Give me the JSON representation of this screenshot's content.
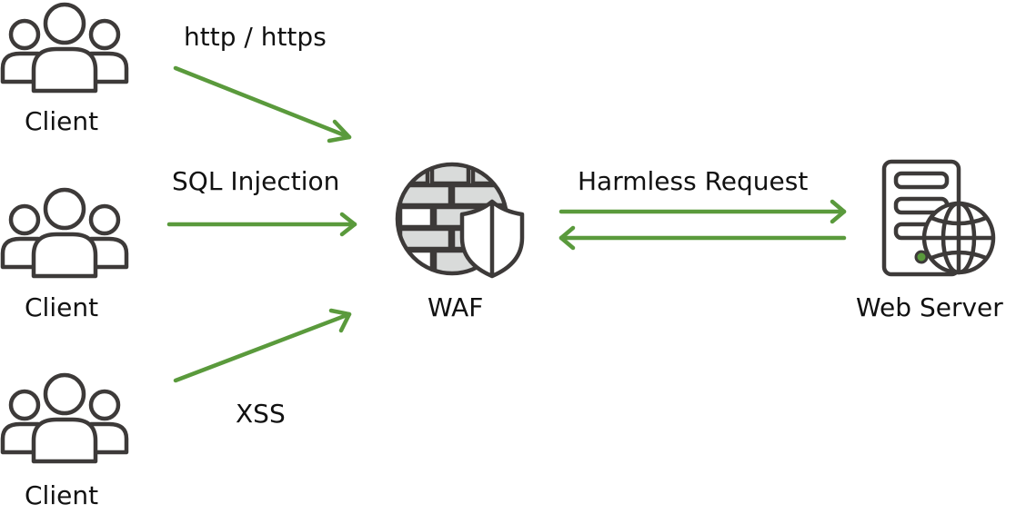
{
  "clients": [
    {
      "label": "Client"
    },
    {
      "label": "Client"
    },
    {
      "label": "Client"
    }
  ],
  "requests": {
    "top": "http / https",
    "middle": "SQL Injection",
    "bottom": "XSS"
  },
  "waf": {
    "label": "WAF",
    "icon": "firewall-shield-icon"
  },
  "server": {
    "label": "Web Server",
    "icon": "server-globe-icon"
  },
  "link": {
    "label": "Harmless Request"
  },
  "colors": {
    "arrow": "#5a9a3c",
    "icon_stroke": "#3d3a39",
    "brick_fill": "#d9dbda",
    "status_dot": "#5a9a3c"
  }
}
